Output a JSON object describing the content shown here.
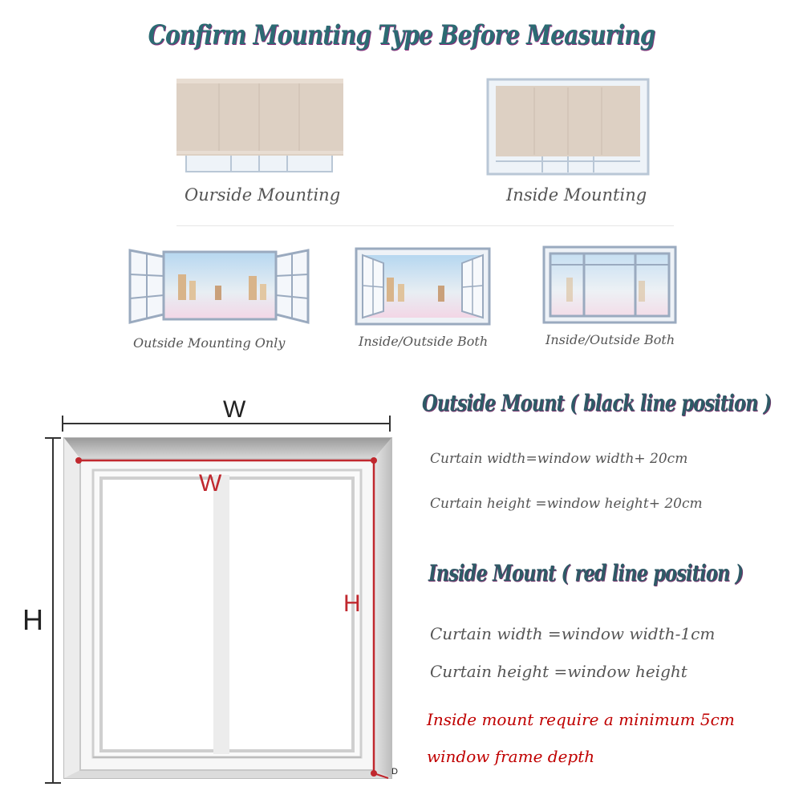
{
  "title": "Confirm Mounting Type Before Measuring",
  "top_examples": [
    {
      "caption": "Ourside Mounting"
    },
    {
      "caption": "Inside Mounting"
    }
  ],
  "window_examples": [
    {
      "caption": "Outside Mounting Only"
    },
    {
      "caption": "Inside/Outside Both"
    },
    {
      "caption": "Inside/Outside Both"
    }
  ],
  "diagram": {
    "outer_width_label": "W",
    "outer_height_label": "H",
    "inner_width_label": "W",
    "inner_height_label": "H",
    "depth_label": "D",
    "colors": {
      "outer_line": "#333333",
      "inner_line": "#c0282e"
    }
  },
  "outside_mount": {
    "heading": "Outside Mount ( black line position )",
    "width_formula": "Curtain width=window width+ 20cm",
    "height_formula": "Curtain height =window height+ 20cm"
  },
  "inside_mount": {
    "heading": "Inside Mount ( red line position )",
    "width_formula": "Curtain width =window width-1cm",
    "height_formula": "Curtain height =window height",
    "note_line1": "Inside mount require a minimum 5cm",
    "note_line2": "window frame depth"
  }
}
